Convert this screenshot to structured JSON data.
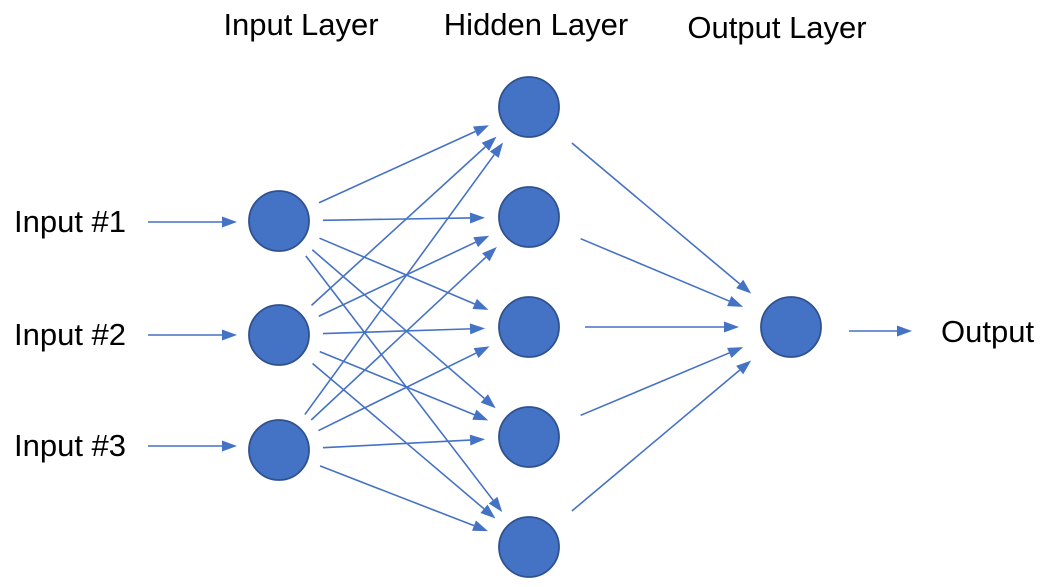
{
  "network": {
    "layers": [
      {
        "id": "input",
        "title": "Input Layer",
        "node_count": 3
      },
      {
        "id": "hidden",
        "title": "Hidden Layer",
        "node_count": 5
      },
      {
        "id": "output",
        "title": "Output Layer",
        "node_count": 1
      }
    ],
    "input_labels": [
      "Input #1",
      "Input #2",
      "Input #3"
    ],
    "output_label": "Output",
    "connectivity": "fully-connected",
    "colors": {
      "node_fill": "#4472C4",
      "node_stroke": "#2F528F",
      "connector": "#4472C4",
      "text": "#000000",
      "background": "#FFFFFF"
    }
  }
}
